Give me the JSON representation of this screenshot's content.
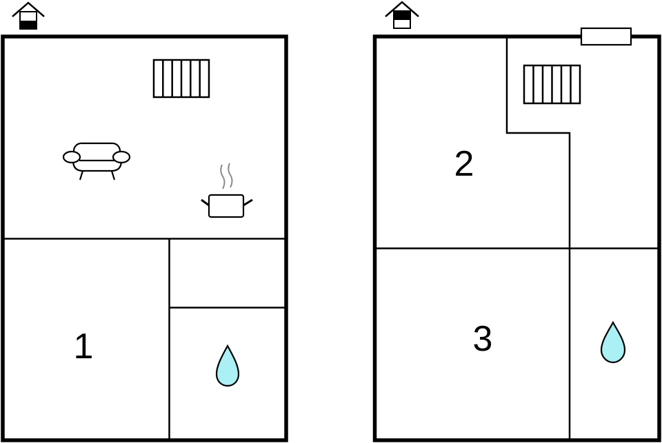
{
  "floors": [
    {
      "id": "floor-ground",
      "level_icon": "house-ground-floor-icon",
      "rooms": [
        {
          "label": "",
          "type": "living-kitchen",
          "icons": [
            "radiator-icon",
            "sofa-icon",
            "cooking-pot-icon"
          ]
        },
        {
          "label": "1",
          "type": "bedroom"
        },
        {
          "label": "",
          "type": "storage"
        },
        {
          "label": "",
          "type": "bathroom",
          "icons": [
            "water-drop-icon"
          ]
        }
      ]
    },
    {
      "id": "floor-upper",
      "level_icon": "house-upper-floor-icon",
      "rooms": [
        {
          "label": "2",
          "type": "bedroom"
        },
        {
          "label": "",
          "type": "landing",
          "icons": [
            "radiator-icon",
            "window-icon"
          ]
        },
        {
          "label": "3",
          "type": "bedroom"
        },
        {
          "label": "",
          "type": "bathroom",
          "icons": [
            "water-drop-icon"
          ]
        }
      ]
    }
  ],
  "labels": {
    "room1": "1",
    "room2": "2",
    "room3": "3"
  },
  "colors": {
    "wall": "#000000",
    "water": "#aaf0f5",
    "steam": "#8a8a8a",
    "background": "#ffffff"
  }
}
